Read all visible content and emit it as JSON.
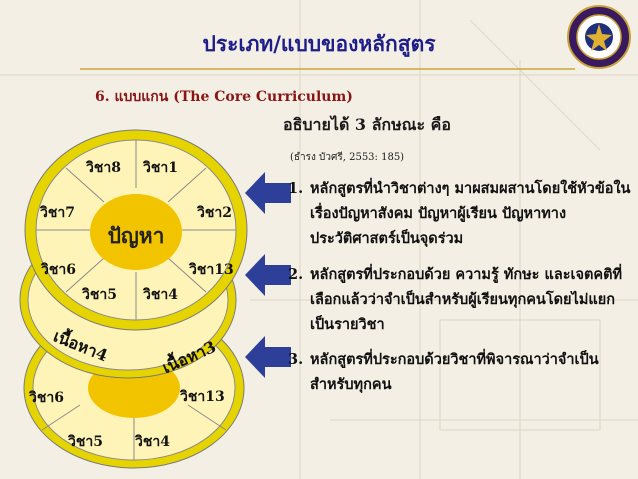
{
  "title": "ประเภท/แบบของหลักสูตร",
  "subtitle": "6. แบบแกน (The Core Curriculum)",
  "explain": "อธิบายได้ 3 ลักษณะ คือ",
  "citation": "(ธำรง บัวศรี, 2553: 185)",
  "points": [
    {
      "num": "1.",
      "text": "หลักสูตรที่นำวิชาต่างๆ มาผสมผสานโดยใช้หัวข้อในเรื่องปัญหาสังคม ปัญหาผู้เรียน ปัญหาทางประวัติศาสตร์เป็นจุดร่วม"
    },
    {
      "num": "2.",
      "text": "หลักสูตรที่ประกอบด้วย ความรู้ ทักษะ และเจตคติที่เลือกแล้วว่าจำเป็นสำหรับผู้เรียนทุกคนโดยไม่แยกเป็นรายวิชา"
    },
    {
      "num": "3.",
      "text": "หลักสูตรที่ประกอบด้วยวิชาที่พิจารณาว่าจำเป็นสำหรับทุกคน"
    }
  ],
  "diagram": {
    "front": {
      "center": "ปัญหา",
      "subjects": [
        "วิชา1",
        "วิชา2",
        "วิชา13",
        "วิชา4",
        "วิชา5",
        "วิชา6",
        "วิชา7",
        "วิชา8"
      ]
    },
    "middle": {
      "labels": [
        "เนื้อหา4",
        "เนื้อหา3"
      ]
    },
    "back": {
      "subjects": [
        "วิชา6",
        "วิชา13",
        "วิชา5",
        "วิชา4"
      ]
    }
  },
  "colors": {
    "title": "#1d1d8a",
    "subtitle": "#8a1515",
    "arrow": "#2e3f9a",
    "petal": "#fff4b8",
    "center": "#f2c400",
    "ring": "#e9d800"
  }
}
